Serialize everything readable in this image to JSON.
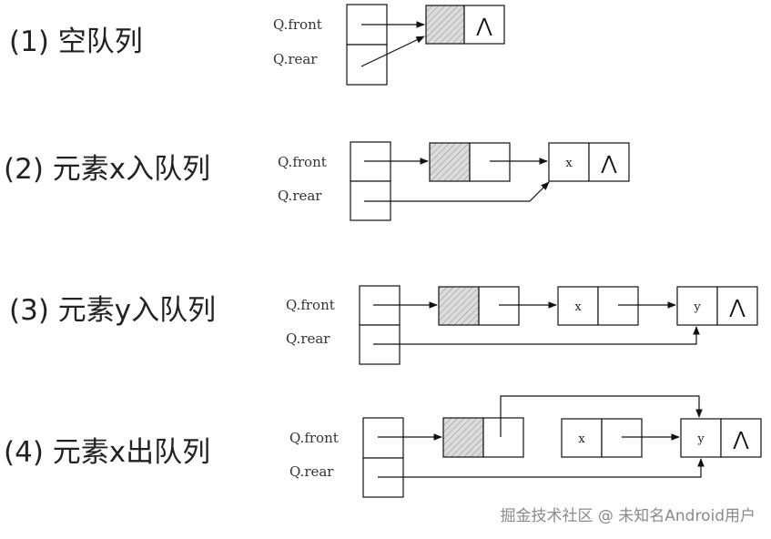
{
  "steps": [
    {
      "title": "(1) 空队列",
      "front_label": "Q.front",
      "rear_label": "Q.rear",
      "nodes": []
    },
    {
      "title": "(2) 元素x入队列",
      "front_label": "Q.front",
      "rear_label": "Q.rear",
      "nodes": [
        "x"
      ]
    },
    {
      "title": "(3) 元素y入队列",
      "front_label": "Q.front",
      "rear_label": "Q.rear",
      "nodes": [
        "x",
        "y"
      ]
    },
    {
      "title": "(4) 元素x出队列",
      "front_label": "Q.front",
      "rear_label": "Q.rear",
      "nodes": [
        "x",
        "y"
      ]
    }
  ],
  "null_symbol": "⋀",
  "watermark": "掘金技术社区 @ 未知名Android用户"
}
